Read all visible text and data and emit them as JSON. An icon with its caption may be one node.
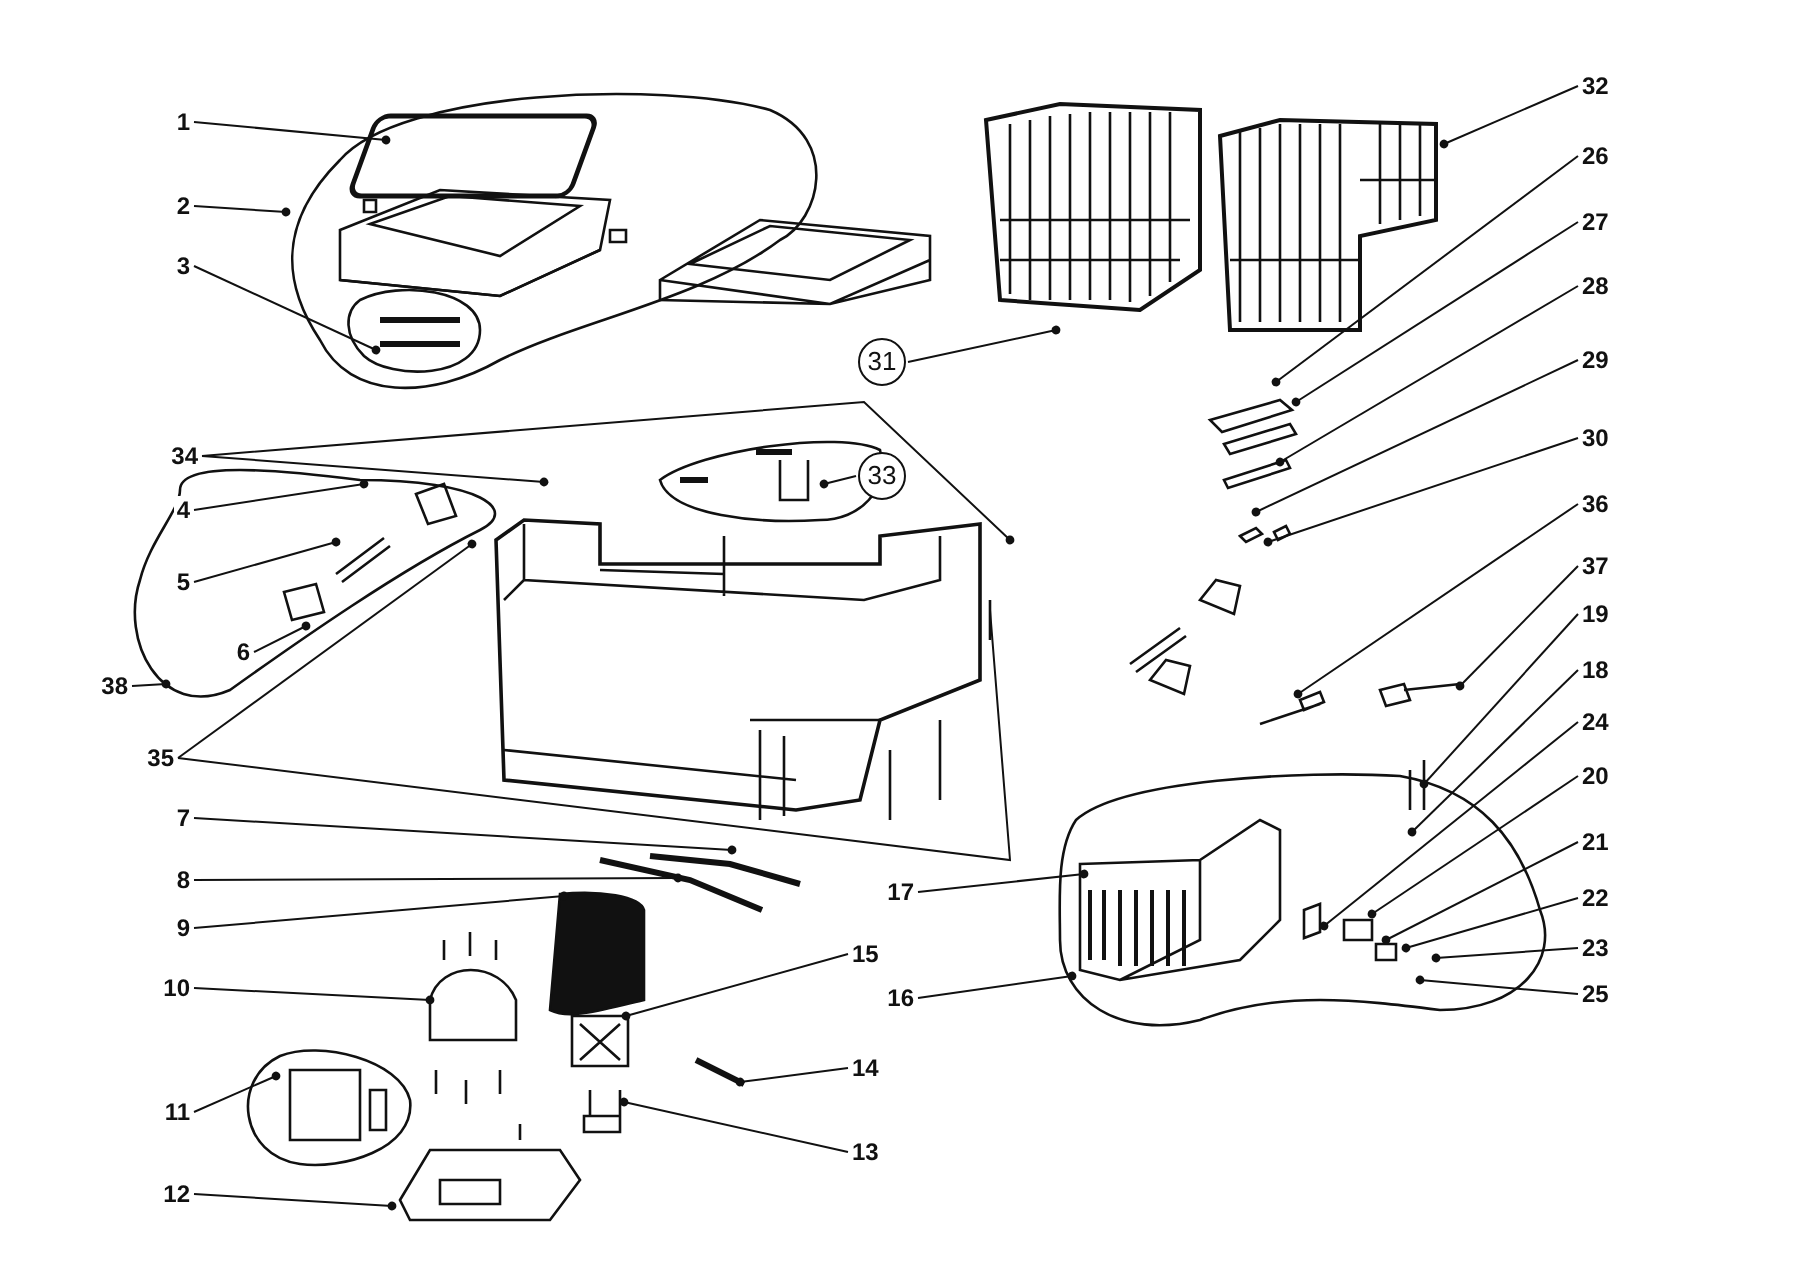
{
  "diagram": {
    "nodes": [
      {
        "text": [
          "1"
        ]
      },
      {
        "text": [
          "2"
        ]
      },
      {
        "text": [
          "3"
        ]
      },
      {
        "text": [
          "32"
        ]
      },
      {
        "text": [
          "26"
        ]
      },
      {
        "text": [
          "27"
        ]
      },
      {
        "text": [
          "28"
        ]
      },
      {
        "text": [
          "31"
        ]
      },
      {
        "text": [
          "29"
        ]
      },
      {
        "text": [
          "34"
        ]
      },
      {
        "text": [
          "30"
        ]
      },
      {
        "text": [
          "33"
        ]
      },
      {
        "text": [
          "4"
        ]
      },
      {
        "text": [
          "36"
        ]
      },
      {
        "text": [
          "5"
        ]
      },
      {
        "text": [
          "37"
        ]
      },
      {
        "text": [
          "6"
        ]
      },
      {
        "text": [
          "19"
        ]
      },
      {
        "text": [
          "38"
        ]
      },
      {
        "text": [
          "18"
        ]
      },
      {
        "text": [
          "24"
        ]
      },
      {
        "text": [
          "35"
        ]
      },
      {
        "text": [
          "20"
        ]
      },
      {
        "text": [
          "7"
        ]
      },
      {
        "text": [
          "8"
        ]
      },
      {
        "text": [
          "17"
        ]
      },
      {
        "text": [
          "21"
        ]
      },
      {
        "text": [
          "9"
        ]
      },
      {
        "text": [
          "22"
        ]
      },
      {
        "text": [
          "23"
        ]
      },
      {
        "text": [
          "15"
        ]
      },
      {
        "text": [
          "10"
        ]
      },
      {
        "text": [
          "16"
        ]
      },
      {
        "text": [
          "25"
        ]
      },
      {
        "text": [
          "14"
        ]
      },
      {
        "text": [
          "11"
        ]
      },
      {
        "text": [
          "13"
        ]
      },
      {
        "text": [
          "12"
        ]
      }
    ],
    "edges": [
      {
        "from": 0,
        "to": null,
        "arrow": "other"
      },
      {
        "from": 1,
        "to": null,
        "arrow": "other"
      },
      {
        "from": 2,
        "to": null,
        "arrow": "other"
      },
      {
        "from": 3,
        "to": null,
        "arrow": "other"
      },
      {
        "from": 4,
        "to": null,
        "arrow": "other"
      },
      {
        "from": 5,
        "to": null,
        "arrow": "other"
      },
      {
        "from": 6,
        "to": null,
        "arrow": "other"
      },
      {
        "from": 7,
        "to": null,
        "arrow": "other"
      },
      {
        "from": 8,
        "to": null,
        "arrow": "other"
      },
      {
        "from": 9,
        "to": null,
        "arrow": "other"
      },
      {
        "from": 9,
        "to": null,
        "arrow": "other"
      },
      {
        "from": 10,
        "to": null,
        "arrow": "other"
      },
      {
        "from": 11,
        "to": null,
        "arrow": "other"
      },
      {
        "from": 12,
        "to": null,
        "arrow": "other"
      },
      {
        "from": 13,
        "to": null,
        "arrow": "other"
      },
      {
        "from": 14,
        "to": null,
        "arrow": "other"
      },
      {
        "from": 15,
        "to": null,
        "arrow": "other"
      },
      {
        "from": 16,
        "to": null,
        "arrow": "other"
      },
      {
        "from": 17,
        "to": null,
        "arrow": "other"
      },
      {
        "from": 18,
        "to": null,
        "arrow": "other"
      },
      {
        "from": 19,
        "to": null,
        "arrow": "other"
      },
      {
        "from": 20,
        "to": null,
        "arrow": "other"
      },
      {
        "from": 21,
        "to": null,
        "arrow": "other"
      },
      {
        "from": 21,
        "to": null,
        "arrow": "none"
      },
      {
        "from": 22,
        "to": null,
        "arrow": "other"
      },
      {
        "from": 23,
        "to": null,
        "arrow": "other"
      },
      {
        "from": 24,
        "to": null,
        "arrow": "other"
      },
      {
        "from": 25,
        "to": null,
        "arrow": "other"
      },
      {
        "from": 26,
        "to": null,
        "arrow": "other"
      },
      {
        "from": 27,
        "to": null,
        "arrow": "other"
      },
      {
        "from": 28,
        "to": null,
        "arrow": "other"
      },
      {
        "from": 29,
        "to": null,
        "arrow": "other"
      },
      {
        "from": 30,
        "to": null,
        "arrow": "other"
      },
      {
        "from": 31,
        "to": null,
        "arrow": "other"
      },
      {
        "from": 32,
        "to": null,
        "arrow": "other"
      },
      {
        "from": 33,
        "to": null,
        "arrow": "other"
      },
      {
        "from": 34,
        "to": null,
        "arrow": "other"
      },
      {
        "from": 35,
        "to": null,
        "arrow": "other"
      },
      {
        "from": 36,
        "to": null,
        "arrow": "other"
      },
      {
        "from": 37,
        "to": null,
        "arrow": "other"
      }
    ]
  }
}
